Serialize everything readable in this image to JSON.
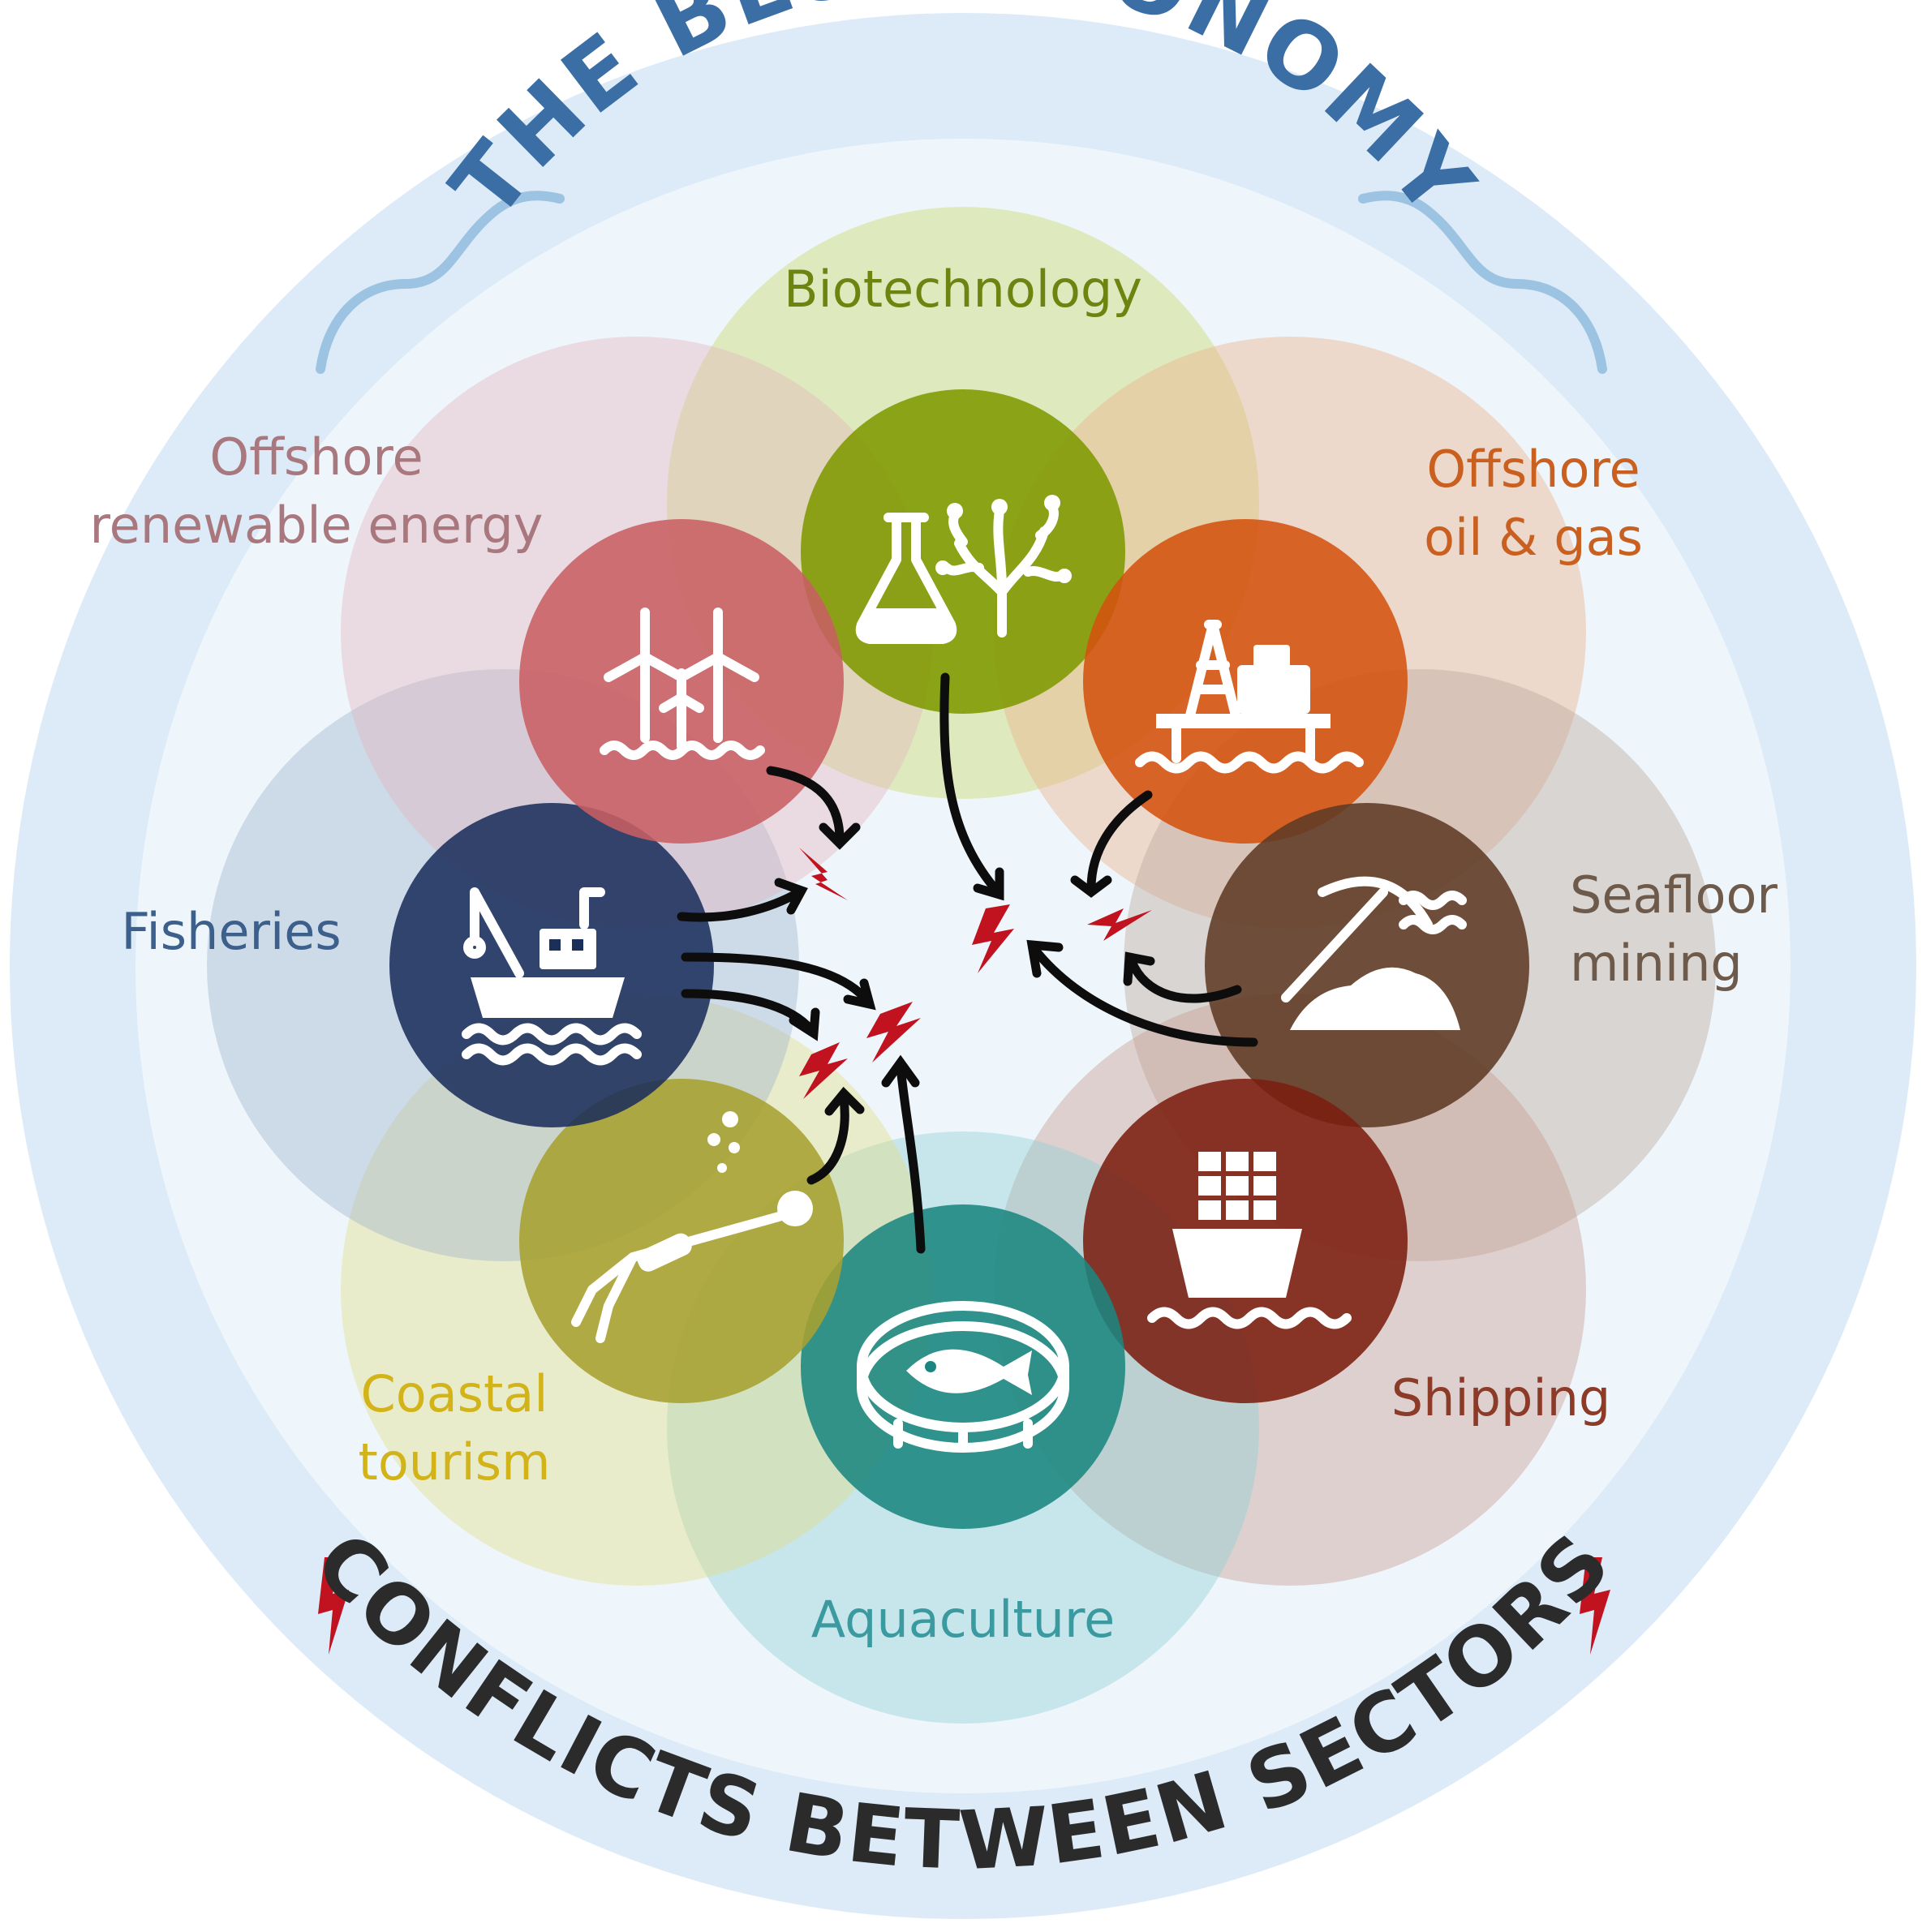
{
  "title": "THE BLUE ECONOMY",
  "subtitle": "CONFLICTS BETWEEN SECTORS",
  "colors": {
    "outer_ring": "#dcebf7",
    "inner_ring": "#eaf4fb",
    "title": "#3a6ea5",
    "subtitle": "#2b2b2b",
    "conflict": "#c0121f",
    "arrow": "#0d0d0d"
  },
  "sectors": [
    {
      "id": "biotechnology",
      "label_lines": [
        "Biotechnology"
      ],
      "color": "#7f9900",
      "halo": "#c9d96a",
      "label_color": "#6f8410",
      "icon": "flask-coral-icon"
    },
    {
      "id": "offshore-oil-gas",
      "label_lines": [
        "Offshore",
        "oil & gas"
      ],
      "color": "#d4520f",
      "halo": "#ecae8a",
      "label_color": "#c9601f",
      "icon": "oil-platform-icon"
    },
    {
      "id": "seafloor-mining",
      "label_lines": [
        "Seafloor",
        "mining"
      ],
      "color": "#5e3a24",
      "halo": "#bba89a",
      "label_color": "#6e5a4a",
      "icon": "pickaxe-icon"
    },
    {
      "id": "shipping",
      "label_lines": [
        "Shipping"
      ],
      "color": "#7b1e10",
      "halo": "#c99a8f",
      "label_color": "#8c3b28",
      "icon": "cargo-ship-icon"
    },
    {
      "id": "aquaculture",
      "label_lines": [
        "Aquaculture"
      ],
      "color": "#1b8680",
      "halo": "#8fcfd6",
      "label_color": "#3a9aa0",
      "icon": "fish-pen-icon"
    },
    {
      "id": "coastal-tourism",
      "label_lines": [
        "Coastal",
        "tourism"
      ],
      "color": "#a6a030",
      "halo": "#e3dd86",
      "label_color": "#d2b41a",
      "icon": "diver-icon"
    },
    {
      "id": "fisheries",
      "label_lines": [
        "Fisheries"
      ],
      "color": "#1b2f5b",
      "halo": "#9fb2cc",
      "label_color": "#3d5f8c",
      "icon": "fishing-boat-icon"
    },
    {
      "id": "offshore-renewable-energy",
      "label_lines": [
        "Offshore",
        "renewable energy"
      ],
      "color": "#c85f63",
      "halo": "#e2b5bd",
      "label_color": "#a9787e",
      "icon": "wind-turbine-icon"
    }
  ]
}
